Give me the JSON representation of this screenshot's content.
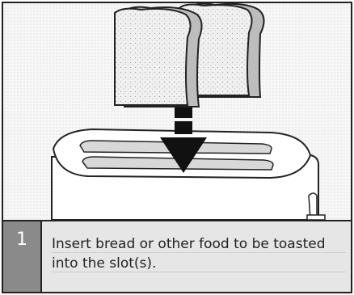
{
  "step": {
    "number": "1",
    "text": "Insert bread or other food to be toasted into the slot(s)."
  },
  "illustration": {
    "items": [
      "bread-slice",
      "bread-slice",
      "down-arrow",
      "toaster"
    ]
  }
}
